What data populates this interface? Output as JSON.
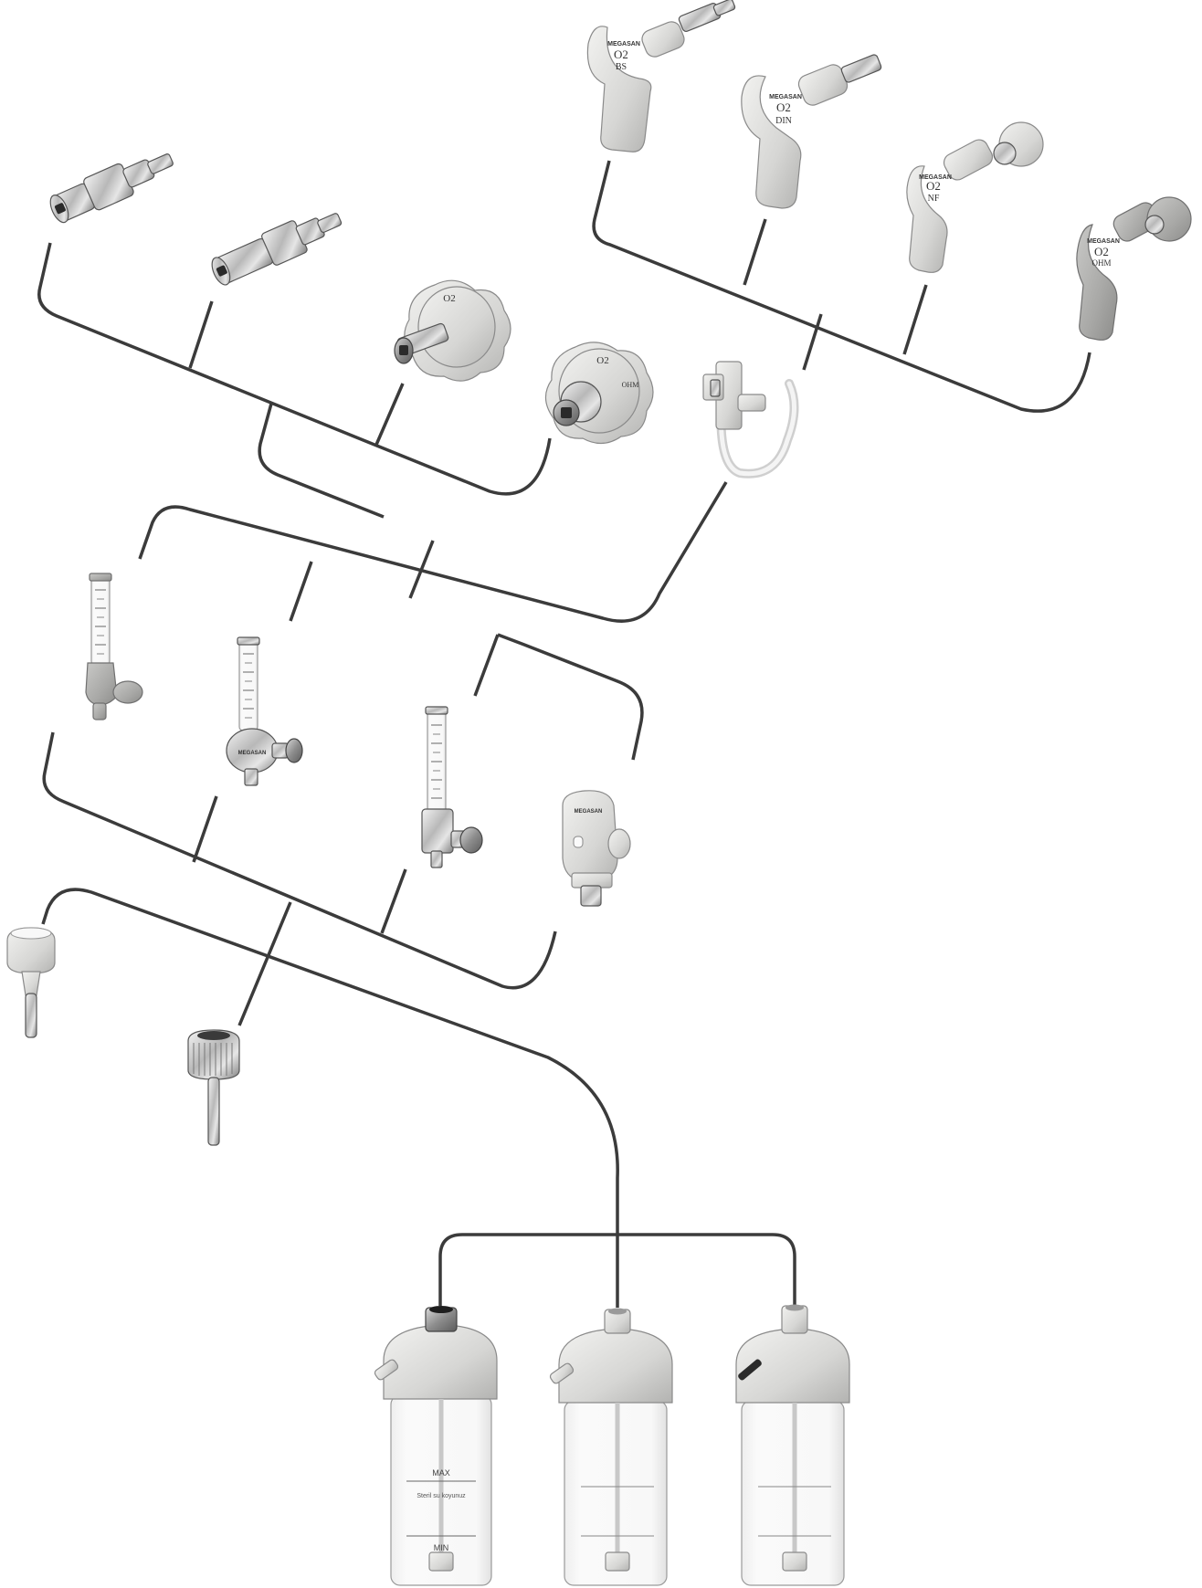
{
  "brand": "MEGASAN",
  "outlets": {
    "bs": {
      "gas": "O2",
      "standard": "BS"
    },
    "din": {
      "gas": "O2",
      "standard": "DIN"
    },
    "nf": {
      "gas": "O2",
      "standard": "NF"
    },
    "ohm": {
      "gas": "O2",
      "standard": "OHM"
    }
  },
  "wall_adapters": {
    "left": {
      "gas": "O2"
    },
    "right": {
      "gas": "O2",
      "standard": "OHM"
    }
  },
  "humidifier": {
    "max_label": "MAX",
    "min_label": "MIN",
    "fill_note": "Steril su koyunuz"
  },
  "colors": {
    "line": "#3b3b3b",
    "plastic": "#d6d6d4",
    "metal": "#b8b8b8"
  }
}
